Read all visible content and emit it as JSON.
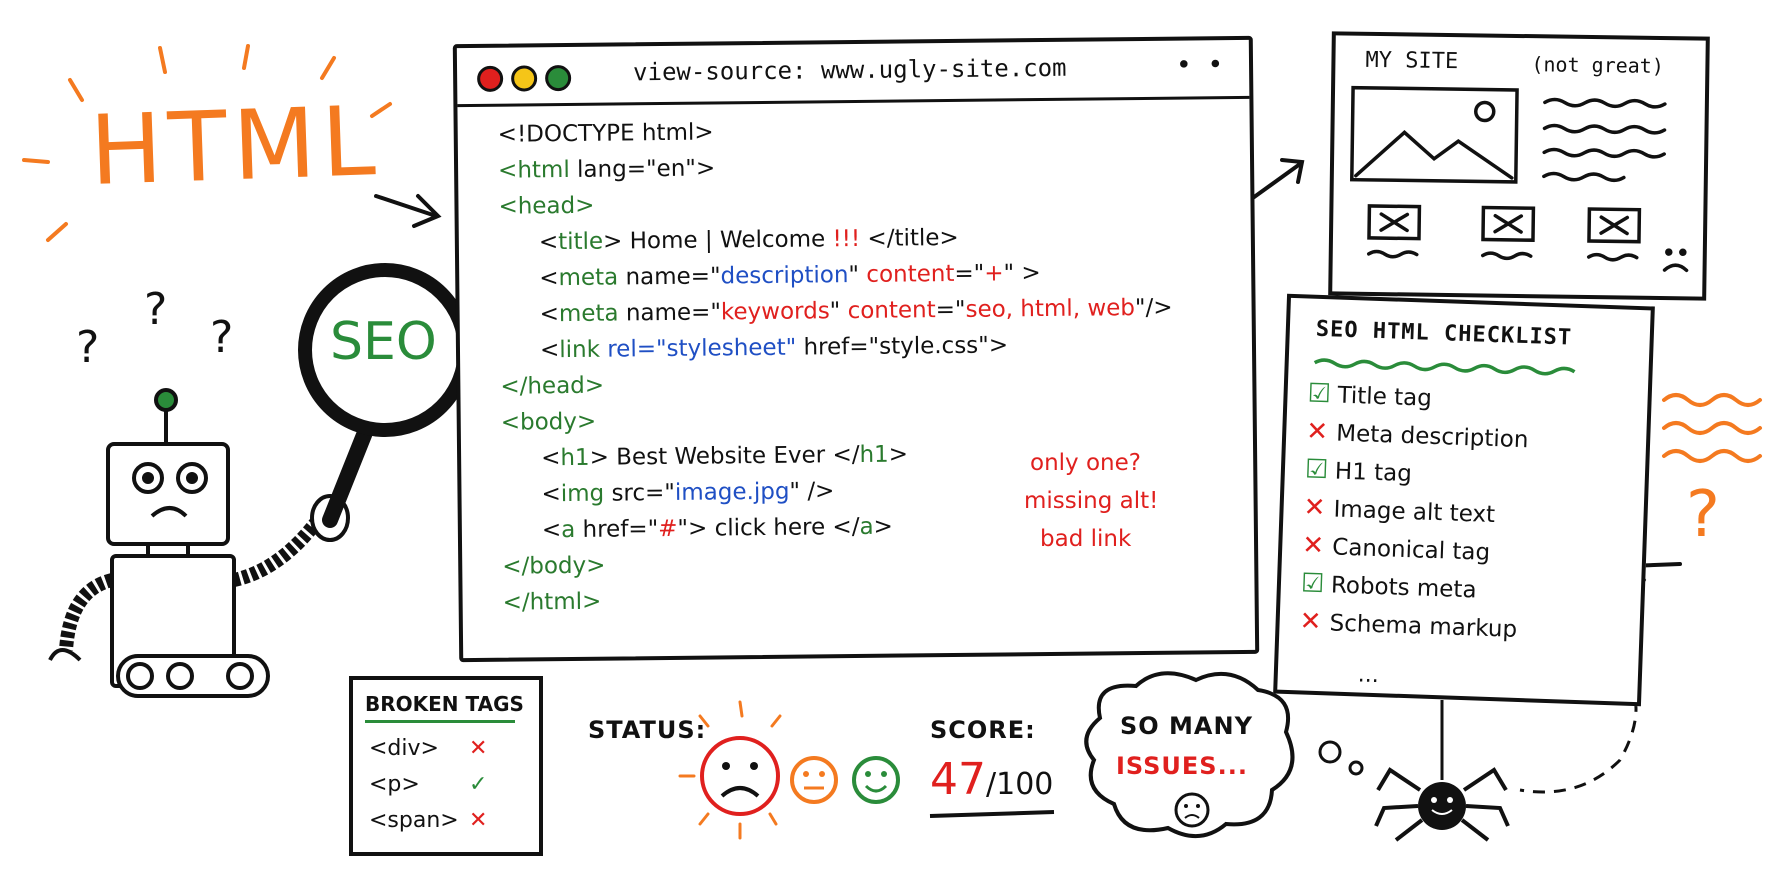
{
  "heading": "HTML",
  "robot": {
    "question_marks": [
      "?",
      "?",
      "?"
    ],
    "magnifier_label": "SEO"
  },
  "browser": {
    "url": "view-source: www.ugly-site.com",
    "menu": "• •",
    "lines": {
      "l1": "<!DOCTYPE html>",
      "l2a": "<html",
      "l2b": " lang=\"en\">",
      "l3": "<head>",
      "l4a": "<",
      "l4b": "title",
      "l4c": "> Home | Welcome ",
      "l4d": "!!!",
      "l4e": " </title>",
      "l5a": "<",
      "l5b": "meta",
      "l5c": " name=\"",
      "l5d": "description",
      "l5e": "\"  ",
      "l5f": "content",
      "l5g": "=\"",
      "l5h": "+",
      "l5i": "\" >",
      "l6a": "<",
      "l6b": "meta",
      "l6c": " name=\"",
      "l6d": "keywords",
      "l6e": "\"  ",
      "l6f": "content",
      "l6g": "=\"",
      "l6h": "seo, html, web",
      "l6i": "\"/>",
      "l7a": "<",
      "l7b": "link",
      "l7c": "  ",
      "l7d": "rel=\"stylesheet\"",
      "l7e": "  href=\"style.css\">",
      "l8": "</head>",
      "l9": "<body>",
      "l10a": "<",
      "l10b": "h1",
      "l10c": "> Best Website Ever </",
      "l10d": "h1",
      "l10e": ">",
      "l11a": "<",
      "l11b": "img",
      "l11c": " src=\"",
      "l11d": "image.jpg",
      "l11e": "\" />",
      "l12a": "<",
      "l12b": "a",
      "l12c": " href=\"",
      "l12d": "#",
      "l12e": "\"> click here </",
      "l12f": "a",
      "l12g": ">",
      "l13": "</body>",
      "l14": "</html>"
    },
    "notes": {
      "h1": "only one?",
      "img": "missing alt!",
      "link": "bad link"
    }
  },
  "my_site": {
    "title": "MY SITE",
    "subtitle": "(not great)"
  },
  "checklist": {
    "title": "SEO HTML CHECKLIST",
    "items": [
      {
        "label": "Title tag",
        "ok": true
      },
      {
        "label": "Meta description",
        "ok": false
      },
      {
        "label": "H1 tag",
        "ok": true
      },
      {
        "label": "Image alt text",
        "ok": false
      },
      {
        "label": "Canonical tag",
        "ok": false
      },
      {
        "label": "Robots meta",
        "ok": true
      },
      {
        "label": "Schema markup",
        "ok": false
      }
    ],
    "more": "...",
    "side_question": "?"
  },
  "broken_tags": {
    "title": "BROKEN TAGS",
    "rows": [
      {
        "tag": "<div>",
        "ok": false
      },
      {
        "tag": "<p>",
        "ok": true
      },
      {
        "tag": "<span>",
        "ok": false
      }
    ]
  },
  "status": {
    "label": "STATUS:"
  },
  "score": {
    "label": "SCORE:",
    "value": "47",
    "max": "/100"
  },
  "thought": {
    "line1": "SO MANY",
    "line2": "ISSUES..."
  },
  "colors": {
    "orange": "#f47a20",
    "green": "#2a8c3a",
    "red": "#e0201e",
    "blue": "#1f4fc4",
    "yellow": "#f5c518"
  }
}
